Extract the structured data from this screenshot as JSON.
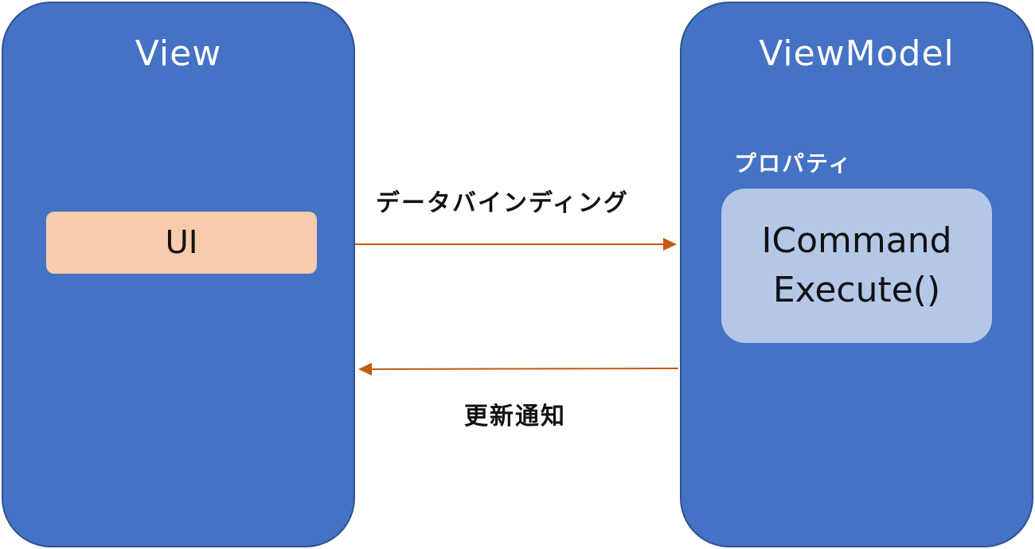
{
  "view": {
    "title": "View",
    "ui_label": "UI"
  },
  "viewmodel": {
    "title": "ViewModel",
    "property_label": "プロパティ",
    "command_line1": "ICommand",
    "command_line2": "Execute()"
  },
  "edges": {
    "binding_label": "データバインディング",
    "notify_label": "更新通知"
  },
  "colors": {
    "panel_fill": "#4472c4",
    "ui_fill": "#f8cbad",
    "command_fill": "#b4c7e7",
    "arrow": "#c55a11"
  }
}
